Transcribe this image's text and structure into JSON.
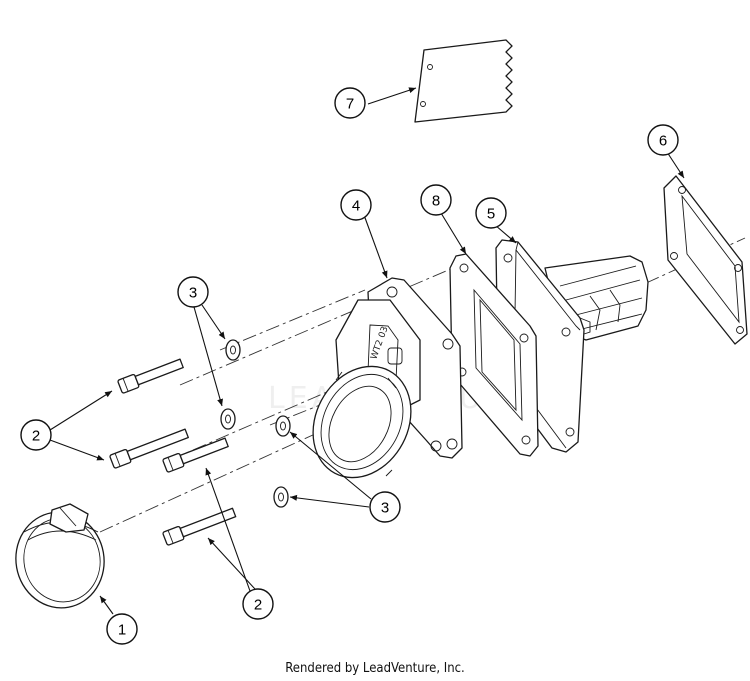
{
  "callouts": [
    "1",
    "2",
    "3",
    "4",
    "5",
    "6",
    "7",
    "8"
  ],
  "watermark": "LEADVENTURE",
  "footer": "Rendered by LeadVenture, Inc.",
  "colors": {
    "line": "#1a1a1a",
    "background": "#ffffff"
  }
}
